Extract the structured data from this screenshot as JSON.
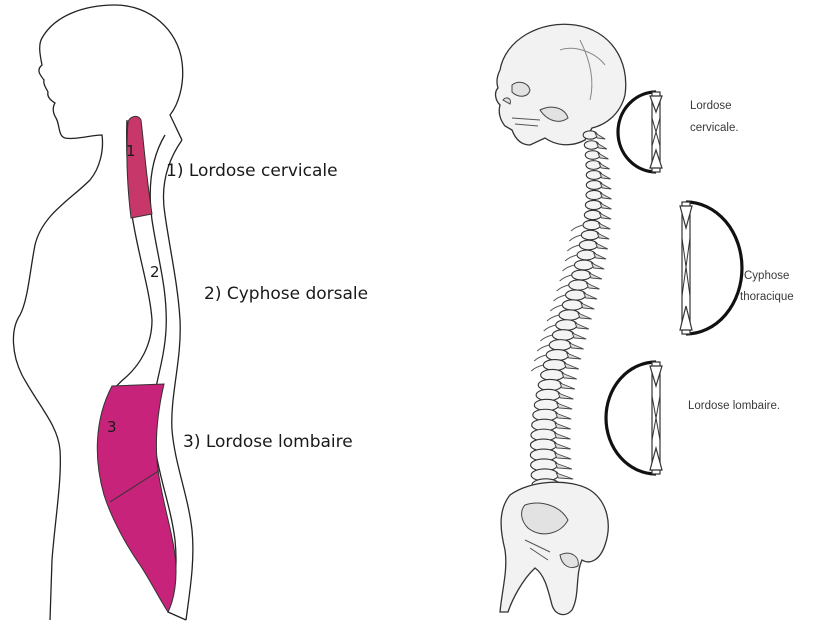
{
  "figure": {
    "left_panel": {
      "segments": [
        {
          "number": "1",
          "label": "1) Lordose cervicale",
          "color": "#c8376a"
        },
        {
          "number": "2",
          "label": "2) Cyphose dorsale",
          "color": "#ffffff"
        },
        {
          "number": "3",
          "label": "3) Lordose lombaire",
          "color": "#c8237a"
        }
      ]
    },
    "right_panel": {
      "curves": [
        {
          "label_line1": "Lordose",
          "label_line2": "cervicale."
        },
        {
          "label_line1": "Cyphose",
          "label_line2": "thoracique"
        },
        {
          "label_line1": "Lordose lombaire.",
          "label_line2": ""
        }
      ]
    }
  }
}
